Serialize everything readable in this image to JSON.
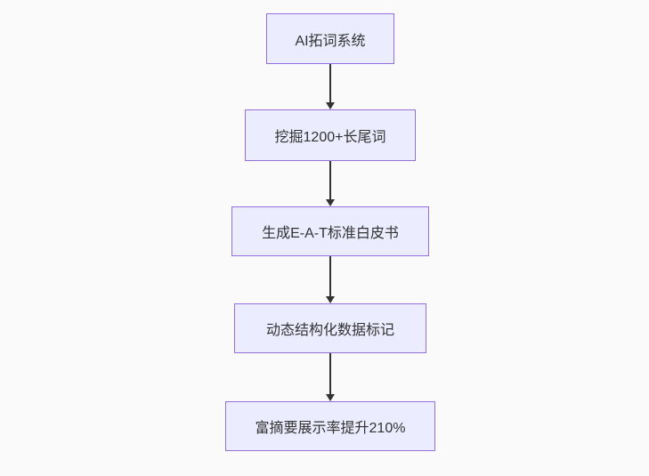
{
  "flowchart": {
    "type": "flowchart",
    "direction": "top-down",
    "nodes": [
      {
        "id": "n1",
        "label": "AI拓词系统"
      },
      {
        "id": "n2",
        "label": "挖掘1200+长尾词"
      },
      {
        "id": "n3",
        "label": "生成E-A-T标准白皮书"
      },
      {
        "id": "n4",
        "label": "动态结构化数据标记"
      },
      {
        "id": "n5",
        "label": "富摘要展示率提升210%"
      }
    ],
    "edges": [
      {
        "from": "n1",
        "to": "n2",
        "style": "arrow-down"
      },
      {
        "from": "n2",
        "to": "n3",
        "style": "arrow-down"
      },
      {
        "from": "n3",
        "to": "n4",
        "style": "arrow-down"
      },
      {
        "from": "n4",
        "to": "n5",
        "style": "arrow-down"
      }
    ],
    "colors": {
      "node_fill": "#ECECFF",
      "node_border": "#9370DB",
      "arrow": "#333333",
      "text": "#333333",
      "background": "#FAFAFA"
    }
  }
}
